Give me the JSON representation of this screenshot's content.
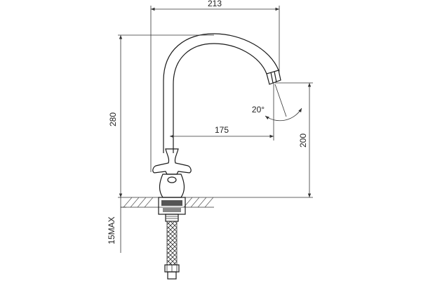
{
  "dimensions": {
    "width_top": "213",
    "spout_reach": "175",
    "total_height": "280",
    "spout_height": "200",
    "spout_angle": "20°",
    "counter_thickness": "15MAX"
  },
  "colors": {
    "line": "#1a1a1a",
    "dimension": "#333333",
    "background": "#ffffff"
  }
}
